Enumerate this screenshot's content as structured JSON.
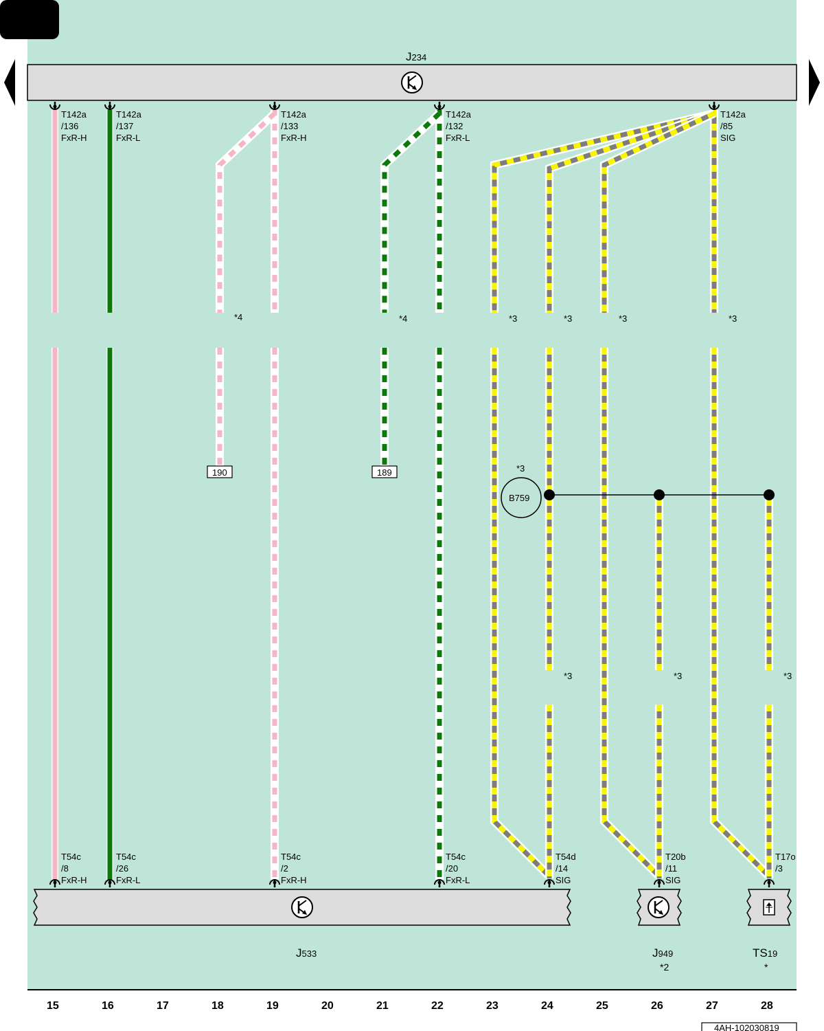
{
  "colors": {
    "background": "#bfe5d8",
    "component_fill": "#dcdcdc",
    "wire_pink": "#f5b6c4",
    "wire_green": "#0b7a0b",
    "wire_grey": "#7d7d7d",
    "wire_yellow": "#f7f500"
  },
  "components": {
    "j234": "J",
    "j234_sub": "234",
    "j533": "J",
    "j533_sub": "533",
    "j949": "J",
    "j949_sub": "949",
    "j949_note": "*2",
    "ts19": "TS",
    "ts19_sub": "19",
    "ts19_note": "*",
    "b759": "B759",
    "b759_note": "*3"
  },
  "top_pins": [
    {
      "line1": "T142a",
      "line2": "/136",
      "line3": "FxR-H"
    },
    {
      "line1": "T142a",
      "line2": "/137",
      "line3": "FxR-L"
    },
    {
      "line1": "T142a",
      "line2": "/133",
      "line3": "FxR-H"
    },
    {
      "line1": "T142a",
      "line2": "/132",
      "line3": "FxR-L"
    },
    {
      "line1": "T142a",
      "line2": "/85",
      "line3": "SIG"
    }
  ],
  "bottom_pins": [
    {
      "line1": "T54c",
      "line2": "/8",
      "line3": "FxR-H"
    },
    {
      "line1": "T54c",
      "line2": "/26",
      "line3": "FxR-L"
    },
    {
      "line1": "T54c",
      "line2": "/2",
      "line3": "FxR-H"
    },
    {
      "line1": "T54c",
      "line2": "/20",
      "line3": "FxR-L"
    },
    {
      "line1": "T54d",
      "line2": "/14",
      "line3": "SIG"
    },
    {
      "line1": "T20b",
      "line2": "/11",
      "line3": "SIG"
    },
    {
      "line1": "T17o",
      "line2": "/3",
      "line3": ""
    }
  ],
  "refs": {
    "r190": "190",
    "r189": "189"
  },
  "notes": {
    "n4": "*4",
    "n3": "*3"
  },
  "columns": [
    "15",
    "16",
    "17",
    "18",
    "19",
    "20",
    "21",
    "22",
    "23",
    "24",
    "25",
    "26",
    "27",
    "28"
  ],
  "footer_code": "4AH-102030819"
}
